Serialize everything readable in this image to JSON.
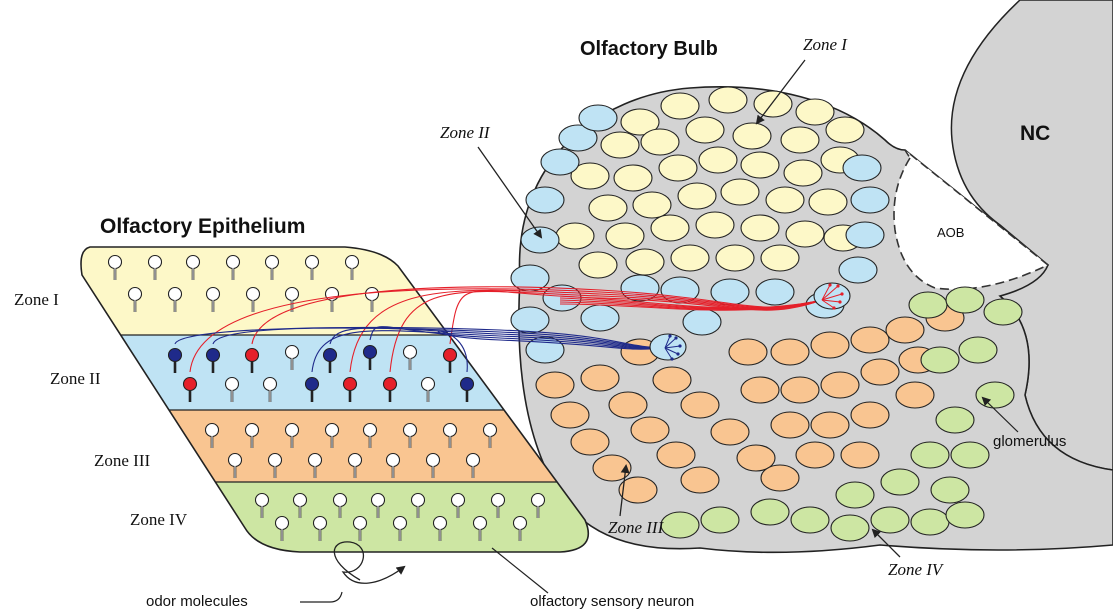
{
  "titles": {
    "bulb": "Olfactory Bulb",
    "epithelium": "Olfactory Epithelium"
  },
  "regions": {
    "nc": "NC",
    "aob": "AOB"
  },
  "epithelium_zones": [
    "Zone I",
    "Zone II",
    "Zone III",
    "Zone IV"
  ],
  "bulb_zones": {
    "zone1": "Zone I",
    "zone2": "Zone II",
    "zone3": "Zone III",
    "zone4": "Zone IV"
  },
  "annotations": {
    "glomerulus": "glomerulus",
    "odor": "odor molecules",
    "osn": "olfactory sensory neuron"
  },
  "colors": {
    "zone1": "#fdf8c8",
    "zone2": "#bfe3f4",
    "zone3": "#f9c591",
    "zone4": "#cde6a3",
    "bulb": "#d3d3d3",
    "red_neuron": "#e5202a",
    "blue_neuron": "#1f2a8a"
  }
}
